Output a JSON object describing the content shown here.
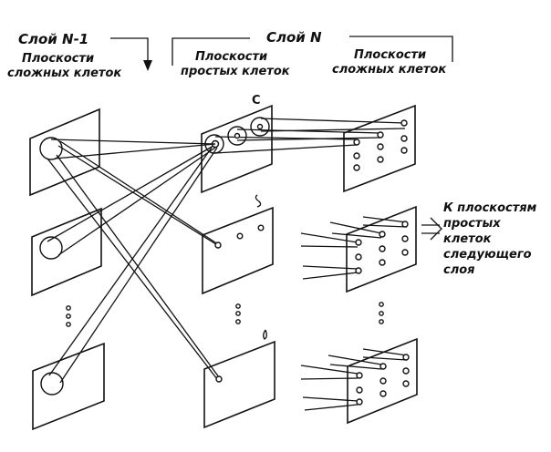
{
  "layer_prev": {
    "title": "Слой N-1",
    "caption_line1": "Плоскости",
    "caption_line2": "сложных клеток"
  },
  "layer_n": {
    "title": "Слой N",
    "simple_caption_line1": "Плоскости",
    "simple_caption_line2": "простых клеток",
    "complex_caption_line1": "Плоскости",
    "complex_caption_line2": "сложных клеток"
  },
  "plane_label": "С",
  "output_label": {
    "line1": "К плоскостям",
    "line2": "простых",
    "line3": "клеток",
    "line4": "следующего",
    "line5": "слоя"
  }
}
